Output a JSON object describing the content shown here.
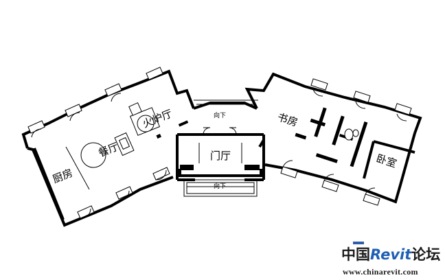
{
  "rooms": {
    "fireplace": "火炉厅",
    "dining": "餐厅",
    "kitchen": "厨房",
    "hall": "门厅",
    "study": "书房",
    "bedroom": "卧室"
  },
  "stair_labels": {
    "upper": "向下",
    "lower": "向下"
  },
  "watermark": {
    "cn_left": "中国",
    "brand": "Revit",
    "cn_right": "论坛",
    "url": "www.chinarevit.com",
    "brand_color": "#1e5fb3"
  }
}
